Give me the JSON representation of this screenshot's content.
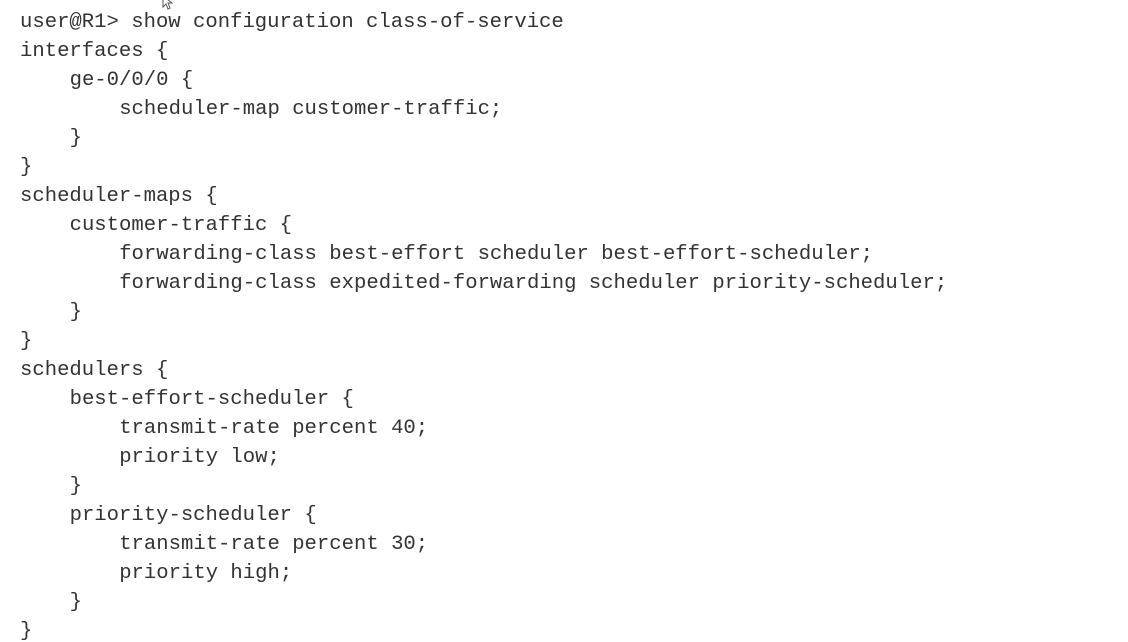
{
  "terminal": {
    "prompt": "user@R1>",
    "command": "show configuration class-of-service",
    "lines": [
      {
        "indent": 0,
        "text": "user@R1> show configuration class-of-service"
      },
      {
        "indent": 0,
        "text": "interfaces {"
      },
      {
        "indent": 1,
        "text": "ge-0/0/0 {"
      },
      {
        "indent": 2,
        "text": "scheduler-map customer-traffic;"
      },
      {
        "indent": 1,
        "text": "}"
      },
      {
        "indent": 0,
        "text": "}"
      },
      {
        "indent": 0,
        "text": "scheduler-maps {"
      },
      {
        "indent": 1,
        "text": "customer-traffic {"
      },
      {
        "indent": 2,
        "text": "forwarding-class best-effort scheduler best-effort-scheduler;"
      },
      {
        "indent": 2,
        "text": "forwarding-class expedited-forwarding scheduler priority-scheduler;"
      },
      {
        "indent": 1,
        "text": "}"
      },
      {
        "indent": 0,
        "text": "}"
      },
      {
        "indent": 0,
        "text": "schedulers {"
      },
      {
        "indent": 1,
        "text": "best-effort-scheduler {"
      },
      {
        "indent": 2,
        "text": "transmit-rate percent 40;"
      },
      {
        "indent": 2,
        "text": "priority low;"
      },
      {
        "indent": 1,
        "text": "}"
      },
      {
        "indent": 1,
        "text": "priority-scheduler {"
      },
      {
        "indent": 2,
        "text": "transmit-rate percent 30;"
      },
      {
        "indent": 2,
        "text": "priority high;"
      },
      {
        "indent": 1,
        "text": "}"
      },
      {
        "indent": 0,
        "text": "}"
      }
    ]
  },
  "cursor": {
    "icon": "mouse-pointer-icon"
  }
}
